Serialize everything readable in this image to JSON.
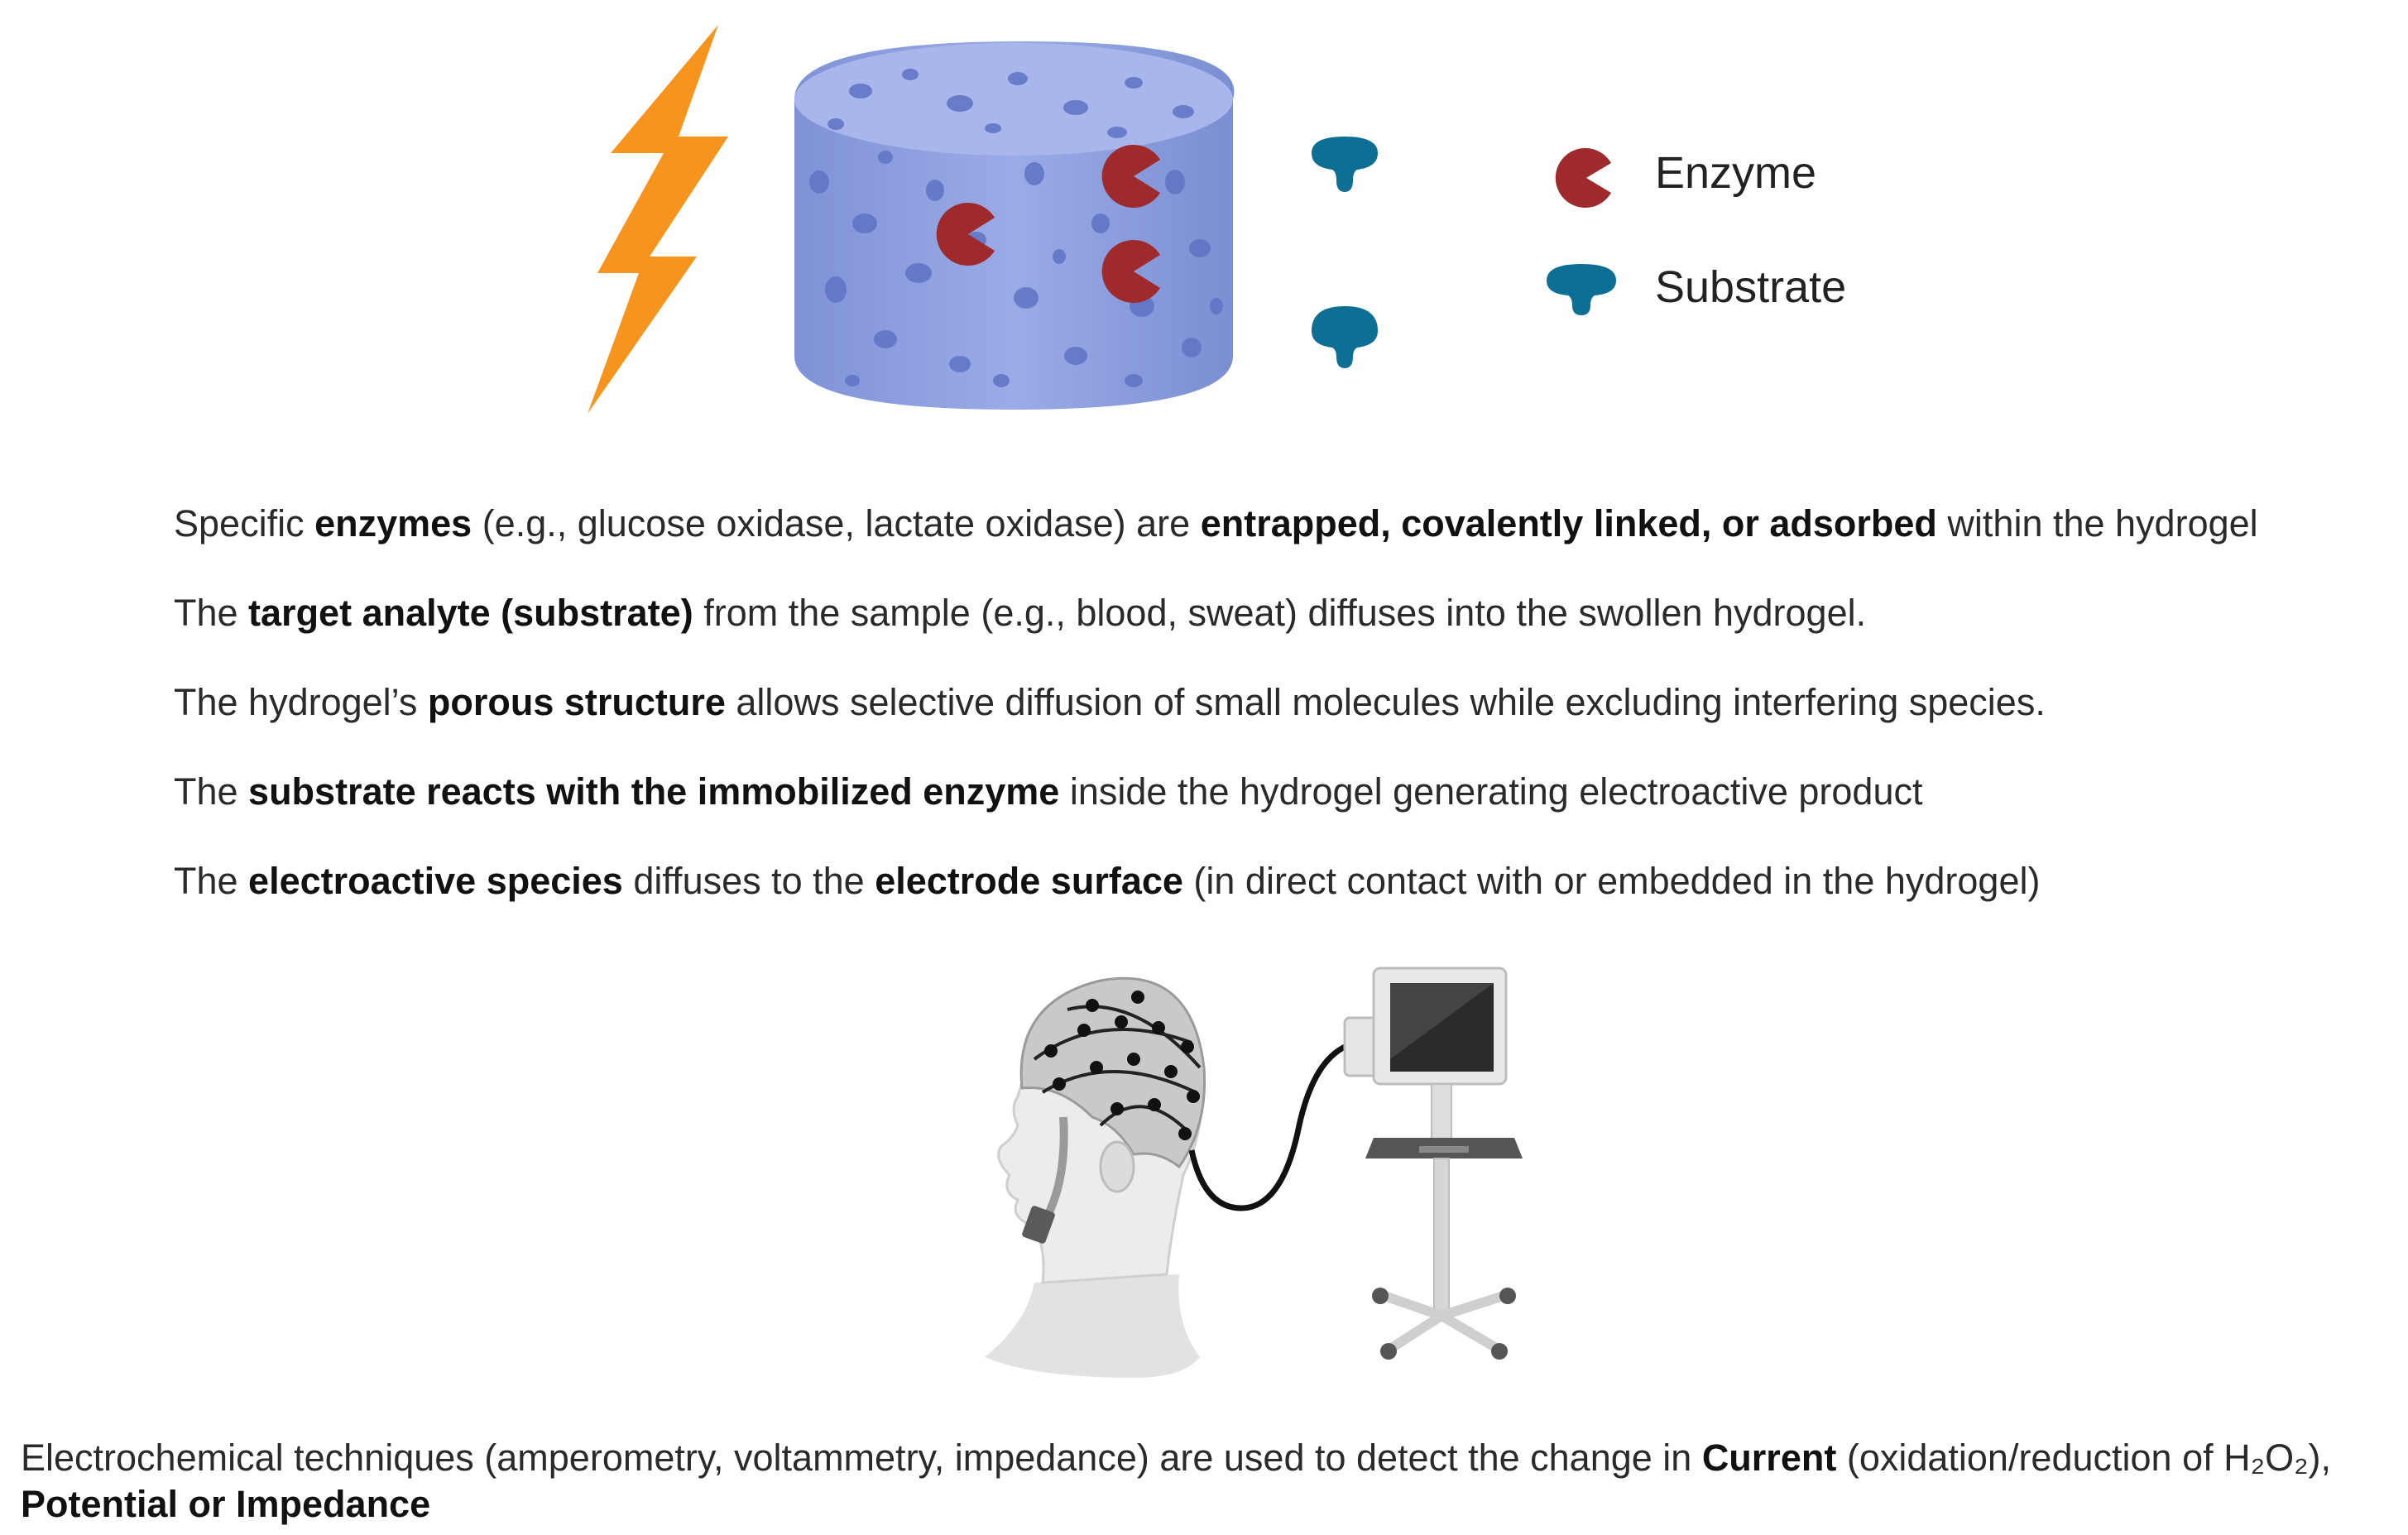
{
  "legend": {
    "enzyme_label": "Enzyme",
    "substrate_label": "Substrate"
  },
  "steps": [
    {
      "parts": [
        {
          "t": "Specific ",
          "b": false
        },
        {
          "t": "enzymes",
          "b": true
        },
        {
          "t": " (e.g., glucose oxidase, lactate oxidase) are ",
          "b": false
        },
        {
          "t": "entrapped, covalently linked, or adsorbed",
          "b": true
        },
        {
          "t": " within the hydrogel",
          "b": false
        }
      ]
    },
    {
      "parts": [
        {
          "t": "The ",
          "b": false
        },
        {
          "t": "target analyte (substrate)",
          "b": true
        },
        {
          "t": " from the sample (e.g., blood, sweat) diffuses into the swollen hydrogel.",
          "b": false
        }
      ]
    },
    {
      "parts": [
        {
          "t": "The hydrogel’s ",
          "b": false
        },
        {
          "t": "porous structure",
          "b": true
        },
        {
          "t": " allows selective diffusion of small molecules while excluding interfering species.",
          "b": false
        }
      ]
    },
    {
      "parts": [
        {
          "t": "The ",
          "b": false
        },
        {
          "t": "substrate reacts with the immobilized enzyme",
          "b": true
        },
        {
          "t": " inside the hydrogel generating electroactive product",
          "b": false
        }
      ]
    },
    {
      "parts": [
        {
          "t": "The ",
          "b": false
        },
        {
          "t": "electroactive species",
          "b": true
        },
        {
          "t": " diffuses to the ",
          "b": false
        },
        {
          "t": "electrode surface",
          "b": true
        },
        {
          "t": " (in direct contact with or embedded in the hydrogel)",
          "b": false
        }
      ]
    }
  ],
  "footer": {
    "parts": [
      {
        "t": "Electrochemical techniques (amperometry, voltammetry, impedance) are used to detect the change in ",
        "b": false
      },
      {
        "t": "Current",
        "b": true
      },
      {
        "t": " (oxidation/reduction of H₂O₂), ",
        "b": false
      },
      {
        "t": "Potential or Impedance",
        "b": true
      }
    ]
  },
  "colors": {
    "bolt": "#f7941d",
    "hydrogel": "#8c9ddc",
    "hydrogel_pores": "#5f73c4",
    "enzyme": "#9e2a2b",
    "substrate": "#0e6f94",
    "monitor_screen": "#2b2b2b"
  },
  "icons": {
    "lightning": "lightning-bolt-icon",
    "hydrogel": "porous-hydrogel-cylinder",
    "enzyme": "enzyme-pacman-icon",
    "substrate": "substrate-mushroom-icon",
    "eeg": "eeg-cap-head-illustration",
    "monitor": "monitor-stand-illustration"
  }
}
